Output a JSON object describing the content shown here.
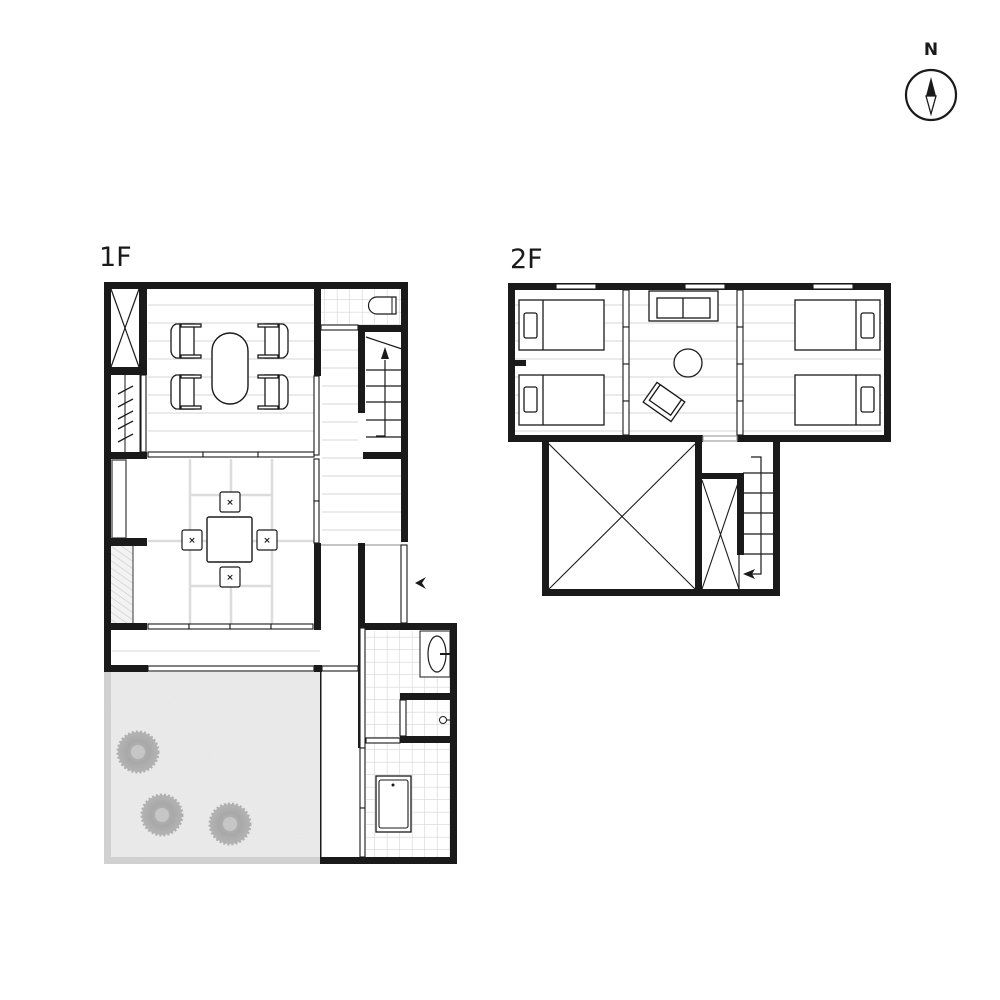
{
  "floors": [
    {
      "id": "1F",
      "label": "1F",
      "rooms": [
        {
          "name": "storage-closet",
          "type": "closet"
        },
        {
          "name": "shoe-storage",
          "type": "shelving"
        },
        {
          "name": "dining-room",
          "type": "dining",
          "furniture": [
            "oval-table",
            "chair",
            "chair",
            "chair",
            "chair"
          ]
        },
        {
          "name": "toilet",
          "type": "wc",
          "furniture": [
            "toilet"
          ]
        },
        {
          "name": "staircase-up",
          "type": "stairs",
          "direction": "up"
        },
        {
          "name": "hallway",
          "type": "corridor"
        },
        {
          "name": "tatami-room",
          "type": "washitsu",
          "furniture": [
            "low-table",
            "zabuton",
            "zabuton",
            "zabuton",
            "zabuton"
          ]
        },
        {
          "name": "tokonoma-alcove",
          "type": "alcove"
        },
        {
          "name": "engawa-veranda",
          "type": "veranda"
        },
        {
          "name": "entrance",
          "type": "genkan",
          "marker": "entry-arrow"
        },
        {
          "name": "washroom",
          "type": "sink",
          "furniture": [
            "washbasin"
          ]
        },
        {
          "name": "washing-machine-space",
          "type": "utility"
        },
        {
          "name": "bathroom",
          "type": "bath",
          "furniture": [
            "bathtub"
          ]
        },
        {
          "name": "garden",
          "type": "courtyard",
          "furniture": [
            "shrub",
            "shrub",
            "shrub"
          ]
        }
      ]
    },
    {
      "id": "2F",
      "label": "2F",
      "rooms": [
        {
          "name": "bedroom-west",
          "type": "bedroom",
          "furniture": [
            "bed",
            "bed"
          ]
        },
        {
          "name": "living-room",
          "type": "lounge",
          "furniture": [
            "sofa",
            "round-table",
            "armchair"
          ]
        },
        {
          "name": "bedroom-east",
          "type": "bedroom",
          "furniture": [
            "bed",
            "bed"
          ]
        },
        {
          "name": "void-open-to-below",
          "type": "void"
        },
        {
          "name": "closet-2f",
          "type": "closet"
        },
        {
          "name": "staircase-down",
          "type": "stairs",
          "direction": "down"
        }
      ]
    }
  ],
  "compass": {
    "label": "N",
    "icon": "north-arrow-icon"
  },
  "colors": {
    "wall": "#1a1a1a",
    "floor_line": "#d9d9d9",
    "tile": "#d6d6d6",
    "garden": "#e4e4e4",
    "garden_border": "#cfcfcf",
    "shrub": "#a9a9a9",
    "background": "#ffffff"
  }
}
